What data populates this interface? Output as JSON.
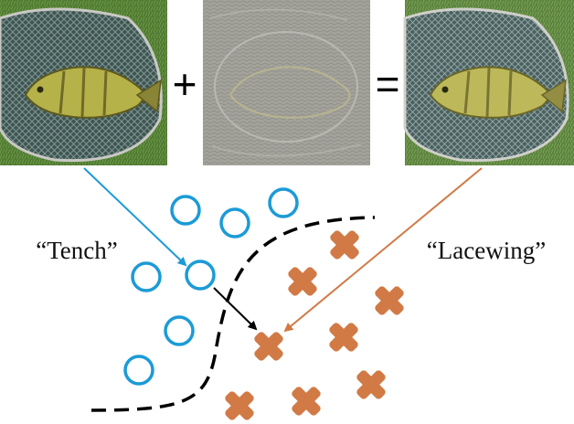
{
  "labels": {
    "left_class": "“Tench”",
    "right_class": "“Lacewing”"
  },
  "operators": {
    "plus": "+",
    "equals": "="
  },
  "images": {
    "original": "tench-photo",
    "perturbation": "adversarial-noise",
    "adversarial": "perturbed-tench-photo"
  },
  "colors": {
    "class_a": "#1b9bd7",
    "class_b": "#d17a46",
    "boundary": "#000000",
    "arrow_original": "#1b9bd7",
    "arrow_adversarial": "#d17a46"
  }
}
